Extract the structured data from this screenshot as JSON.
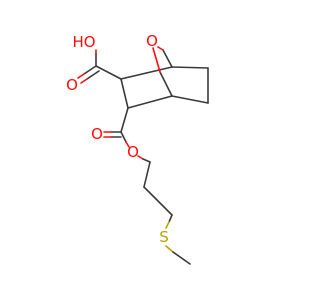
{
  "molecule": {
    "atoms": {
      "hydroxyl": "HO",
      "acid_carbonyl_o": "O",
      "bridge_o": "O",
      "ester_carbonyl_o": "O",
      "ester_o": "O",
      "sulfur": "S"
    },
    "colors": {
      "carbon_bond": "#3a3a3a",
      "oxygen": "#ff0d0d",
      "sulfur": "#b8a400"
    }
  }
}
